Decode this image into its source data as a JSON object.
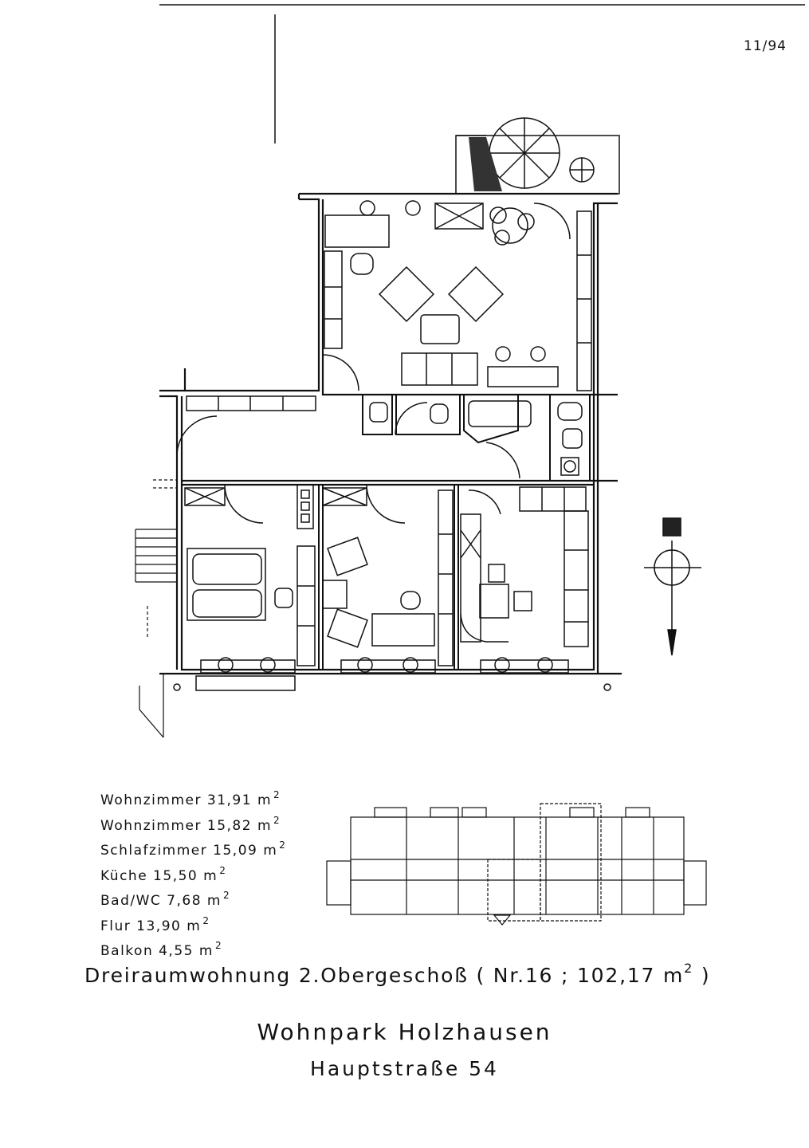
{
  "page_number": "11/94",
  "areas": [
    {
      "label": "Wohnzimmer 31,91 m",
      "sup": "2"
    },
    {
      "label": "Wohnzimmer 15,82 m",
      "sup": "2"
    },
    {
      "label": "Schlafzimmer 15,09 m",
      "sup": "2"
    },
    {
      "label": "Küche 15,50 m",
      "sup": "2"
    },
    {
      "label": "Bad/WC 7,68 m",
      "sup": "2"
    },
    {
      "label": "Flur 13,90 m",
      "sup": "2"
    },
    {
      "label": "Balkon 4,55 m",
      "sup": "2"
    }
  ],
  "subtitle": {
    "text": "Dreiraumwohnung 2.Obergeschoß ( Nr.16 ; 102,17 m",
    "sup": "2",
    "end": " )"
  },
  "title": "Wohnpark Holzhausen",
  "address": "Hauptstraße 54",
  "colors": {
    "ink": "#111111",
    "background": "#ffffff"
  }
}
